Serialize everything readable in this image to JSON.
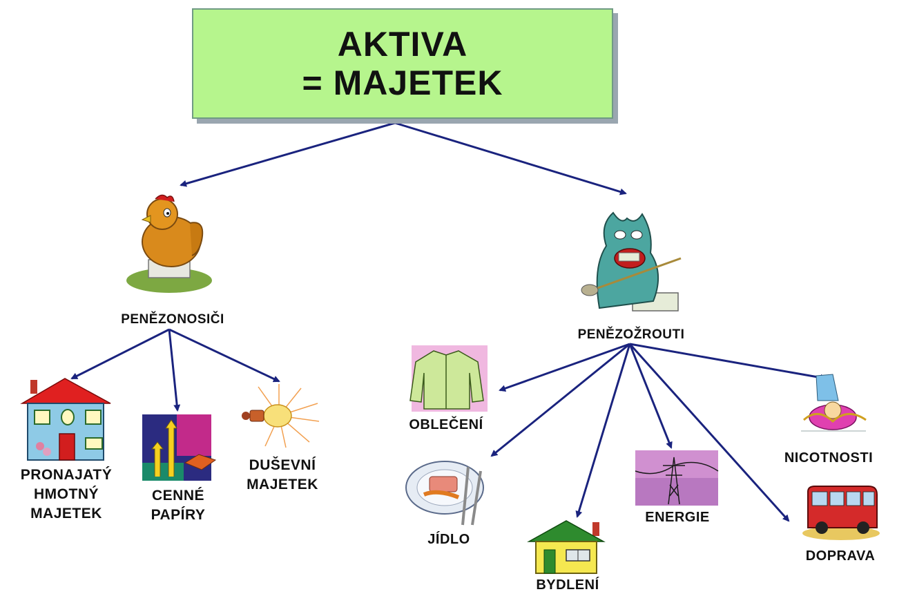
{
  "title": {
    "line1": "AKTIVA",
    "line2": "= MAJETEK"
  },
  "branches": {
    "income": {
      "label": "PENĚZONOSIČI",
      "items": {
        "rented_property": [
          "PRONAJATÝ",
          "HMOTNÝ",
          "MAJETEK"
        ],
        "securities": [
          "CENNÉ",
          "PAPÍRY"
        ],
        "intellectual": [
          "DUŠEVNÍ",
          "MAJETEK"
        ]
      }
    },
    "expense": {
      "label": "PENĚZOŽROUTI",
      "items": {
        "clothing": "OBLEČENÍ",
        "food": "JÍDLO",
        "housing": "BYDLENÍ",
        "energy": "ENERGIE",
        "trifles": "NICOTNOSTI",
        "transport": "DOPRAVA"
      }
    }
  },
  "colors": {
    "title_box": "#b6f58d",
    "arrow": "#1a237e",
    "hen": "#d98a1c",
    "monster": "#4ca6a0",
    "house_roof_red": "#e02020",
    "house_roof_green": "#2e8b2e"
  }
}
